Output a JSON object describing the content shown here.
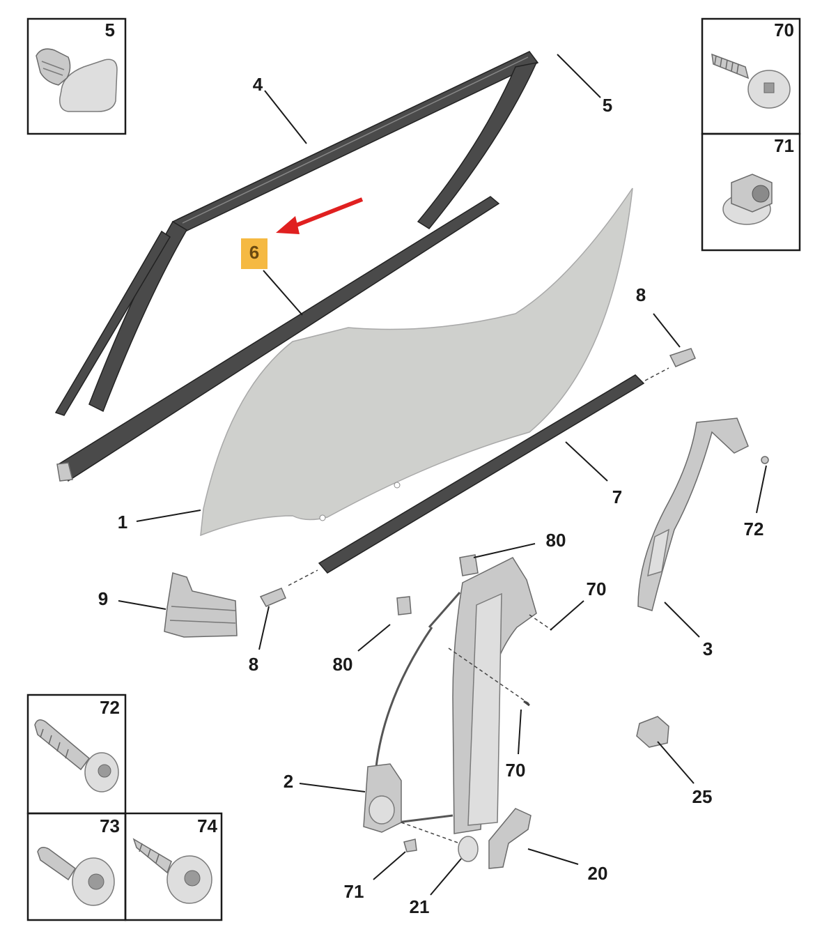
{
  "diagram": {
    "highlight_color": "#f5b942",
    "arrow_color": "#e02020",
    "callouts": [
      {
        "id": "box-5",
        "text": "5"
      },
      {
        "id": "box-70",
        "text": "70"
      },
      {
        "id": "box-71",
        "text": "71"
      },
      {
        "id": "box-72",
        "text": "72"
      },
      {
        "id": "box-73",
        "text": "73"
      },
      {
        "id": "box-74",
        "text": "74"
      },
      {
        "id": "c-4",
        "text": "4"
      },
      {
        "id": "c-5",
        "text": "5"
      },
      {
        "id": "c-6",
        "text": "6"
      },
      {
        "id": "c-8a",
        "text": "8"
      },
      {
        "id": "c-7",
        "text": "7"
      },
      {
        "id": "c-72",
        "text": "72"
      },
      {
        "id": "c-1",
        "text": "1"
      },
      {
        "id": "c-80a",
        "text": "80"
      },
      {
        "id": "c-70a",
        "text": "70"
      },
      {
        "id": "c-9",
        "text": "9"
      },
      {
        "id": "c-3",
        "text": "3"
      },
      {
        "id": "c-8b",
        "text": "8"
      },
      {
        "id": "c-80b",
        "text": "80"
      },
      {
        "id": "c-70b",
        "text": "70"
      },
      {
        "id": "c-2",
        "text": "2"
      },
      {
        "id": "c-25",
        "text": "25"
      },
      {
        "id": "c-20",
        "text": "20"
      },
      {
        "id": "c-71",
        "text": "71"
      },
      {
        "id": "c-21",
        "text": "21"
      }
    ]
  }
}
